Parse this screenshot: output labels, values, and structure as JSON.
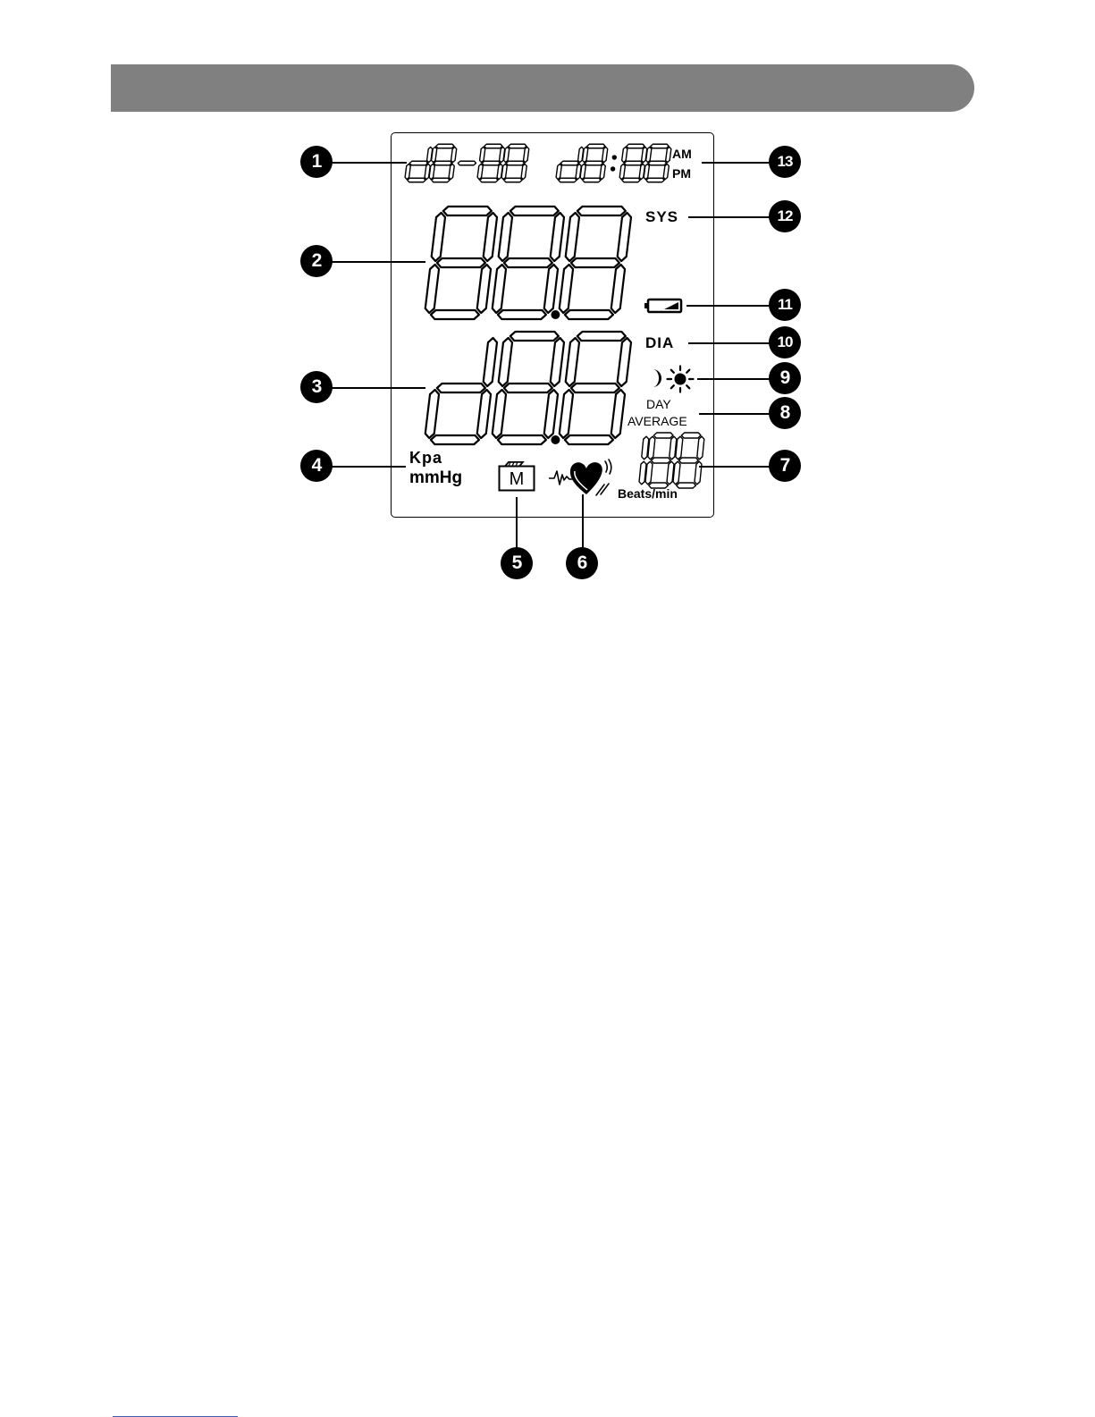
{
  "lcd": {
    "date": "d8-88",
    "time": "d8:88",
    "am": "AM",
    "pm": "PM",
    "systolic": "888",
    "diastolic": "d88",
    "pulse": "188",
    "sys_label": "SYS",
    "dia_label": "DIA",
    "day_label": "DAY",
    "average_label": "AVERAGE",
    "unit_kpa": "Kpa",
    "unit_mmhg": "mmHg",
    "memory_letter": "M",
    "beats_label": "Beats/min"
  },
  "callouts": [
    "1",
    "2",
    "3",
    "4",
    "5",
    "6",
    "7",
    "8",
    "9",
    "10",
    "11",
    "12",
    "13"
  ],
  "icons": [
    "battery-icon",
    "moon-icon",
    "sun-icon",
    "memory-icon",
    "heart-icon",
    "heartbeat-wave-icon"
  ],
  "colors": {
    "header_bar": "#808080",
    "ink": "#000000"
  }
}
